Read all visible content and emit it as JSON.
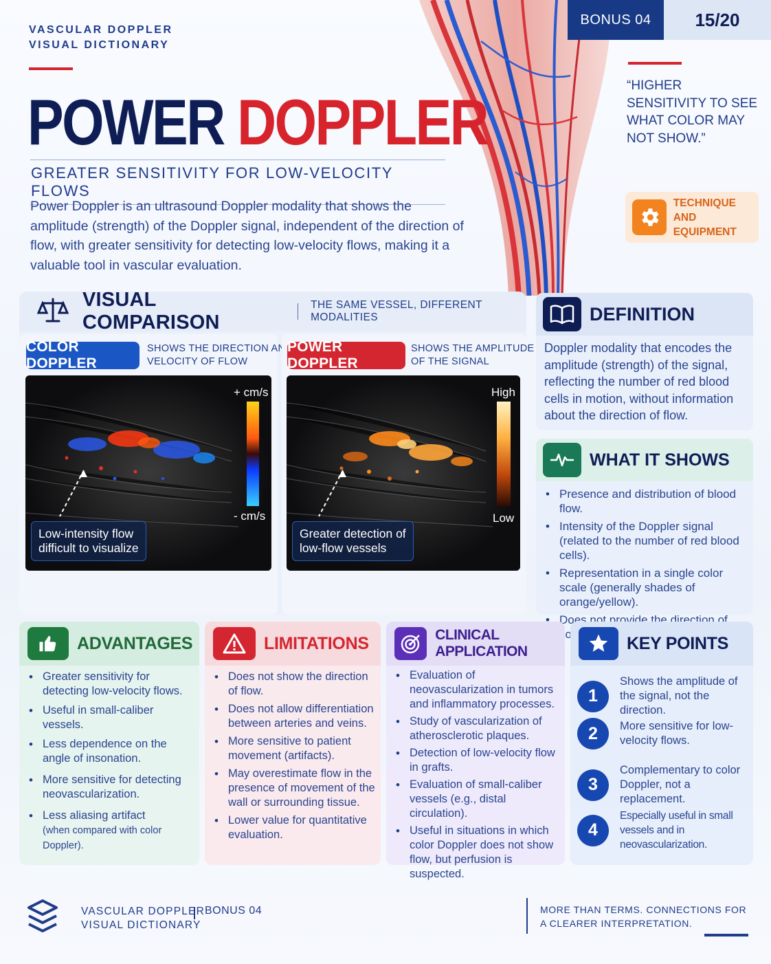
{
  "header": {
    "brand_line1": "VASCULAR DOPPLER",
    "brand_line2": "VISUAL DICTIONARY",
    "title_word1": "POWER",
    "title_word2": "DOPPLER",
    "subtitle": "GREATER SENSITIVITY FOR LOW-VELOCITY FLOWS",
    "intro": "Power Doppler is an ultrasound Doppler modality that shows the amplitude (strength) of the Doppler signal, independent of the direction of flow, with greater sensitivity for detecting low-velocity flows, making it a valuable tool in vascular evaluation.",
    "bonus": "BONUS 04",
    "page": "15/20",
    "quote": "“HIGHER SENSITIVITY TO SEE WHAT COLOR MAY NOT SHOW.”",
    "technique_line1": "TECHNIQUE",
    "technique_line2": "AND EQUIPMENT"
  },
  "comparison": {
    "title": "VISUAL COMPARISON",
    "subtitle": "THE SAME VESSEL, DIFFERENT MODALITIES",
    "color": {
      "tag": "COLOR DOPPLER",
      "desc_line1": "SHOWS THE DIRECTION AND",
      "desc_line2": "VELOCITY OF FLOW",
      "scale_top": "+ cm/s",
      "scale_bottom": "- cm/s",
      "note_line1": "Low-intensity flow",
      "note_line2": "difficult to visualize"
    },
    "power": {
      "tag": "POWER DOPPLER",
      "desc_line1": "SHOWS THE AMPLITUDE",
      "desc_line2": "OF THE SIGNAL",
      "scale_top": "High",
      "scale_bottom": "Low",
      "note_line1": "Greater detection of",
      "note_line2": "low-flow vessels"
    }
  },
  "definition": {
    "title": "DEFINITION",
    "text": "Doppler modality that encodes the amplitude (strength) of the signal, reflecting the number of red blood cells in motion, without information about the direction of flow."
  },
  "what_it_shows": {
    "title": "WHAT IT SHOWS",
    "items": [
      "Presence and distribution of blood flow.",
      "Intensity of the Doppler signal (related to the number of red blood cells).",
      "Representation in a single color scale (generally shades of orange/yellow).",
      "Does not provide the direction of flow."
    ]
  },
  "advantages": {
    "title": "ADVANTAGES",
    "items": [
      "Greater sensitivity for detecting low-velocity flows.",
      "Useful in small-caliber vessels.",
      "Less dependence on the angle of insonation.",
      "More sensitive for detecting neovascularization.",
      "Less aliasing artifact"
    ],
    "last_note": "(when compared with color Doppler)."
  },
  "limitations": {
    "title": "LIMITATIONS",
    "items": [
      "Does not show the direction of flow.",
      "Does not allow differentiation between arteries and veins.",
      "More sensitive to patient movement (artifacts).",
      "May overestimate flow in the presence of movement of the wall or surrounding tissue.",
      "Lower value for quantitative evaluation."
    ]
  },
  "clinical": {
    "title": "CLINICAL APPLICATION",
    "items": [
      "Evaluation of neovascularization in tumors and inflammatory processes.",
      "Study of vascularization of atherosclerotic plaques.",
      "Detection of low-velocity flow in grafts.",
      "Evaluation of small-caliber vessels (e.g., distal circulation).",
      "Useful in situations in which color Doppler does not show flow, but perfusion is suspected."
    ]
  },
  "key_points": {
    "title": "KEY POINTS",
    "items": [
      {
        "num": "1",
        "text": "Shows the amplitude of the signal, not the direction."
      },
      {
        "num": "2",
        "text": "More sensitive for low-velocity flows."
      },
      {
        "num": "3",
        "text": "Complementary to color Doppler, not a replacement."
      },
      {
        "num": "4",
        "text": "Especially useful in small vessels and in neovascularization."
      }
    ]
  },
  "footer": {
    "brand_line1": "VASCULAR DOPPLER",
    "brand_line2": "VISUAL DICTIONARY",
    "bonus": "BONUS 04",
    "tagline_line1": "MORE THAN TERMS. CONNECTIONS FOR",
    "tagline_line2": "A CLEARER INTERPRETATION."
  },
  "colors": {
    "navy": "#0f1d55",
    "red": "#d7232c",
    "blue": "#1747b0",
    "green": "#1f7a3f",
    "orange": "#f2831e",
    "purple": "#5b2fb8"
  }
}
